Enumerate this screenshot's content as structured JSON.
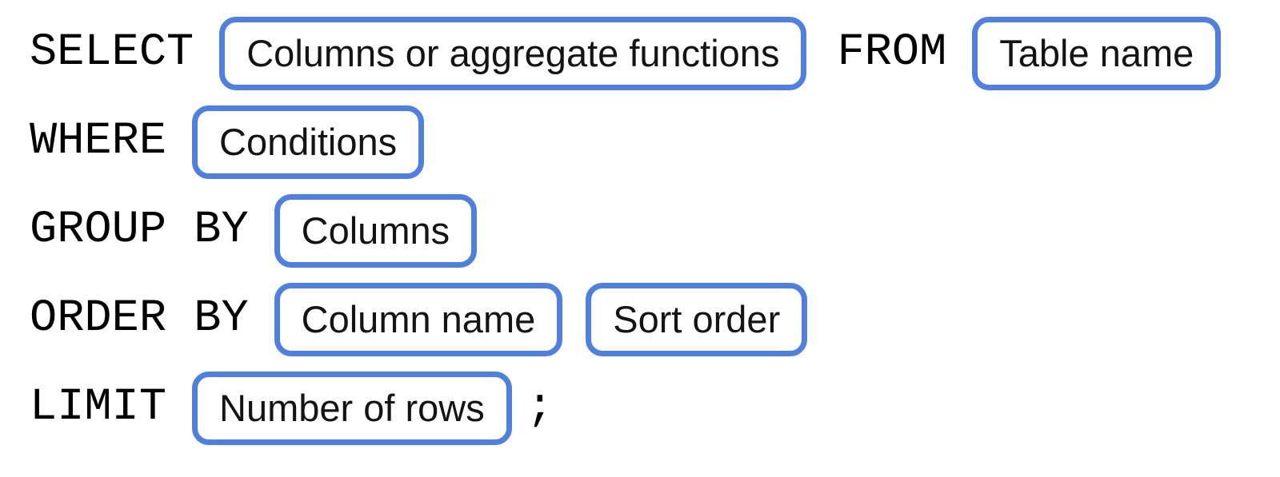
{
  "diagram": {
    "description": "SQL query clause template",
    "accent_color": "#4e7fe3",
    "keyword_color": "#000000",
    "label_color": "#141414",
    "rows": [
      {
        "segments": [
          {
            "type": "keyword",
            "text": "SELECT"
          },
          {
            "type": "placeholder",
            "text": "Columns or aggregate functions"
          },
          {
            "type": "keyword",
            "text": "FROM"
          },
          {
            "type": "placeholder",
            "text": "Table name"
          }
        ]
      },
      {
        "segments": [
          {
            "type": "keyword",
            "text": "WHERE"
          },
          {
            "type": "placeholder",
            "text": "Conditions"
          }
        ]
      },
      {
        "segments": [
          {
            "type": "keyword",
            "text": "GROUP BY"
          },
          {
            "type": "placeholder",
            "text": "Columns"
          }
        ]
      },
      {
        "segments": [
          {
            "type": "keyword",
            "text": "ORDER BY"
          },
          {
            "type": "placeholder",
            "text": "Column name"
          },
          {
            "type": "placeholder",
            "text": "Sort order"
          }
        ]
      },
      {
        "segments": [
          {
            "type": "keyword",
            "text": "LIMIT"
          },
          {
            "type": "placeholder",
            "text": "Number of rows"
          },
          {
            "type": "keyword",
            "text": ";",
            "terminator": true
          }
        ]
      }
    ]
  }
}
